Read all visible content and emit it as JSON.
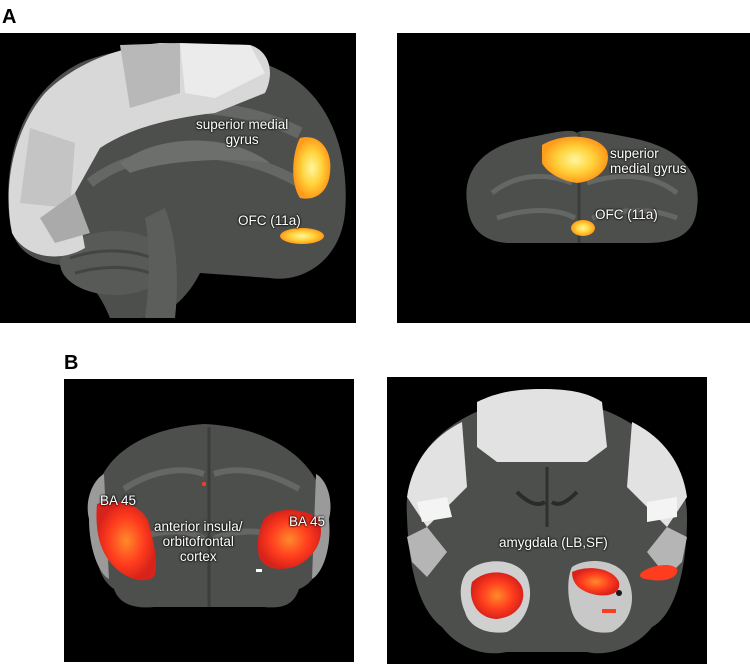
{
  "panels": {
    "a": {
      "letter": "A"
    },
    "b": {
      "letter": "B"
    }
  },
  "sagittal": {
    "label_smg_line1": "superior medial",
    "label_smg_line2": "gyrus",
    "label_ofc": "OFC (11a)"
  },
  "coronal_a": {
    "label_smg_line1": "superior",
    "label_smg_line2": "medial gyrus",
    "label_ofc": "OFC (11a)"
  },
  "coronal_b1": {
    "label_ba_left": "BA 45",
    "label_ba_right": "BA 45",
    "label_insula_line1": "anterior insula/",
    "label_insula_line2": "orbitofrontal",
    "label_insula_line3": "cortex"
  },
  "coronal_b2": {
    "label_amygdala": "amygdala (LB,SF)"
  },
  "colors": {
    "background": "#000000",
    "tissue": "#4d4f4c",
    "white_matter": "#656764",
    "atlas_light": "#e2e2e2",
    "atlas_mid": "#b5b5b5",
    "activation_yellow": "#ffd23a",
    "activation_orange": "#ff9a1a",
    "activation_red": "#ff3c1e"
  }
}
